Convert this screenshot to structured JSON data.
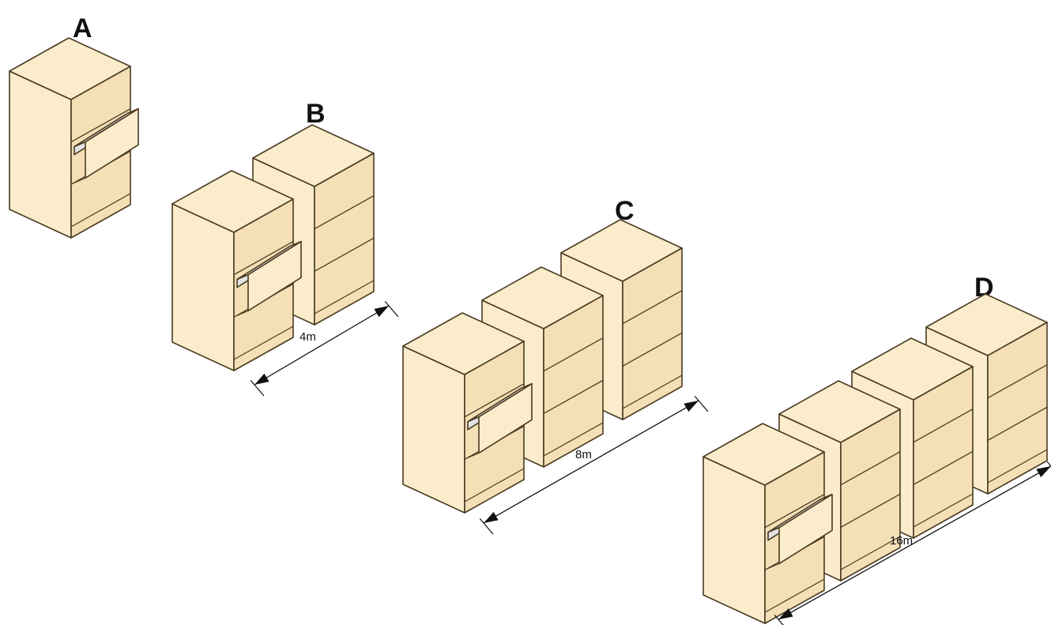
{
  "colors": {
    "face": "#fbeccb",
    "face_shade": "#f4dfb6",
    "edge": "#4a3b22",
    "drawer_inner": "#ffffff",
    "drawer_inner_shade": "#e3e3e3",
    "dimension": "#111111"
  },
  "groups": [
    {
      "label": "A",
      "cabinet_count": 1,
      "open_drawer": true
    },
    {
      "label": "B",
      "cabinet_count": 2,
      "open_drawer": true,
      "dimension": "4m"
    },
    {
      "label": "C",
      "cabinet_count": 3,
      "open_drawer": true,
      "dimension": "8m"
    },
    {
      "label": "D",
      "cabinet_count": 4,
      "open_drawer": true,
      "dimension": "16m"
    }
  ]
}
